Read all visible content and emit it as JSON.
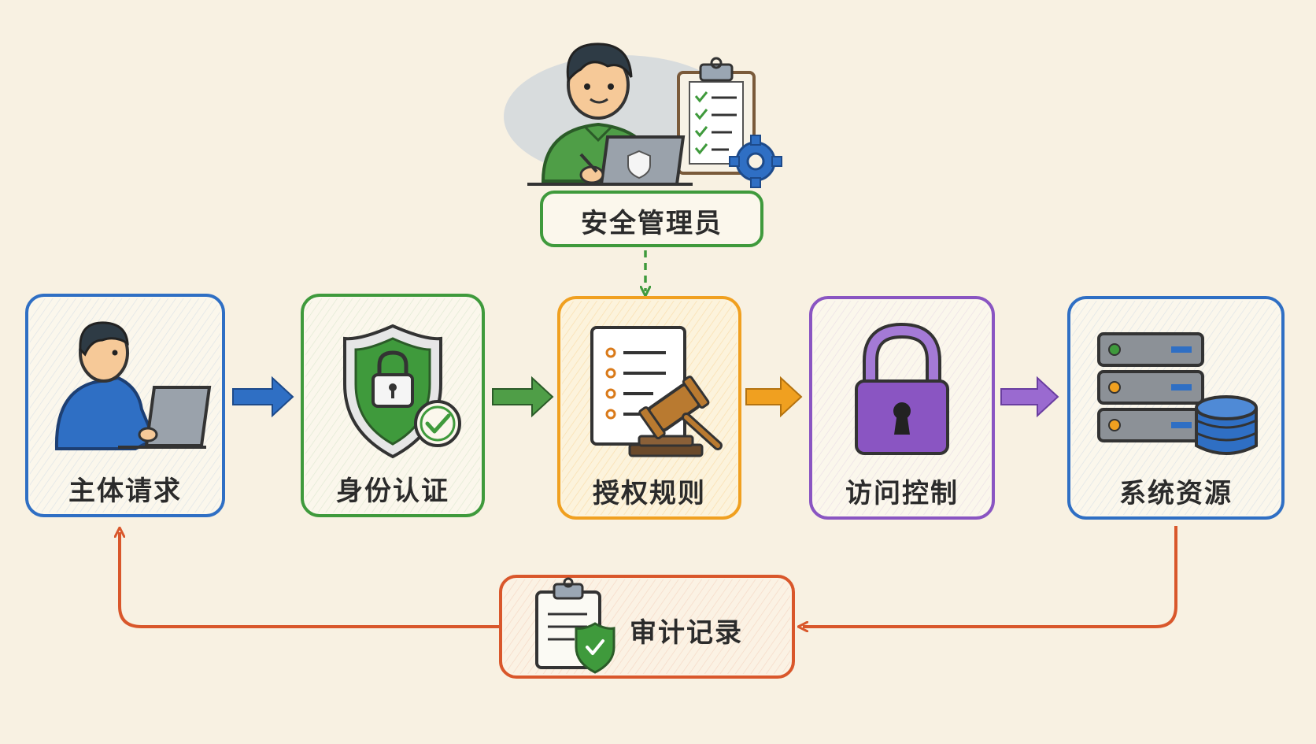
{
  "diagram": {
    "admin": {
      "label": "安全管理员"
    },
    "nodes": [
      {
        "id": "subject",
        "label": "主体请求"
      },
      {
        "id": "auth",
        "label": "身份认证"
      },
      {
        "id": "rules",
        "label": "授权规则"
      },
      {
        "id": "access",
        "label": "访问控制"
      },
      {
        "id": "resource",
        "label": "系统资源"
      }
    ],
    "audit": {
      "label": "审计记录"
    }
  },
  "colors": {
    "background": "#f8f1e2",
    "blue": "#2f6fc4",
    "green": "#3f9a3c",
    "orange": "#f0a020",
    "purple": "#8a55c2",
    "red": "#d9572b",
    "dark": "#2b2b2b"
  }
}
